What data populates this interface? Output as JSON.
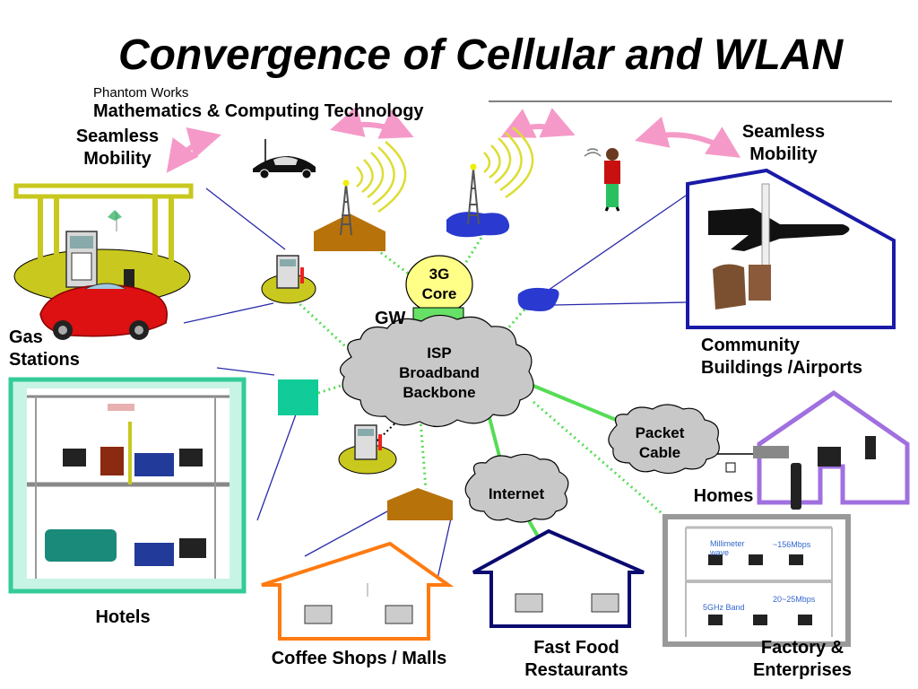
{
  "title": "Convergence of Cellular and WLAN",
  "subtitle": {
    "org": "Phantom Works",
    "dept": "Mathematics & Computing Technology"
  },
  "labels": {
    "seamless_left": [
      "Seamless",
      "Mobility"
    ],
    "seamless_right": [
      "Seamless",
      "Mobility"
    ],
    "gas_stations": [
      "Gas",
      "Stations"
    ],
    "hotels": "Hotels",
    "community": [
      "Community",
      "Buildings /Airports"
    ],
    "homes": "Homes",
    "coffee": "Coffee Shops / Malls",
    "fastfood": [
      "Fast Food",
      "Restaurants"
    ],
    "factory": [
      "Factory &",
      "Enterprises"
    ],
    "gw": "GW"
  },
  "nodes": {
    "core_3g": [
      "3G",
      "Core"
    ],
    "isp": [
      "ISP",
      "Broadband",
      "Backbone"
    ],
    "packet_cable": [
      "Packet",
      "Cable"
    ],
    "internet": "Internet"
  },
  "factory_panel": {
    "mmwave": [
      "Millimeter",
      "wave"
    ],
    "rate_top": "~156Mbps",
    "band": "5GHz Band",
    "rate_bottom": "20~25Mbps"
  },
  "colors": {
    "gas_frame": "#c8c81e",
    "hotel_frame": "#33cc99",
    "community_frame": "#1a1aa8",
    "homes_frame": "#a070e0",
    "coffee_frame": "#ff7a10",
    "fastfood_frame": "#0a0a70",
    "factory_frame": "#999999",
    "core_fill": "#ffff88",
    "gw_fill": "#66e066",
    "cloud_fill": "#c8c8c8",
    "house_fill": "#b8720a",
    "lake_fill": "#2a3ad0",
    "arrow_pink": "#f59ac8",
    "link_green": "#55dd55",
    "link_blue": "#2a2aaa"
  }
}
